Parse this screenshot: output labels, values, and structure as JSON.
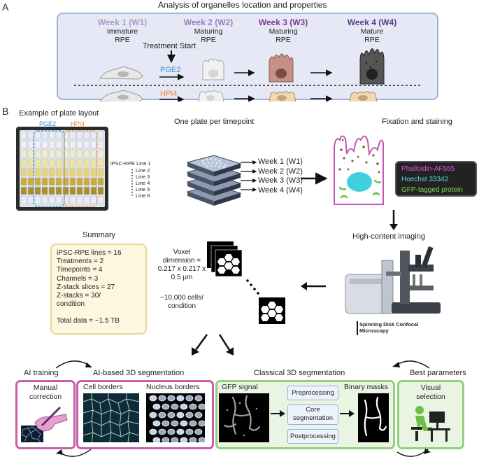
{
  "panel_a": {
    "letter": "A",
    "title": "Analysis of organelles location and properties",
    "weeks": [
      {
        "label": "Week 1 (W1)",
        "sub1": "Immature",
        "sub2": "RPE",
        "color": "#a99bc8"
      },
      {
        "label": "Week 2 (W2)",
        "sub1": "Maturing",
        "sub2": "RPE",
        "color": "#9f7bc1"
      },
      {
        "label": "Week 3 (W3)",
        "sub1": "Maturing",
        "sub2": "RPE",
        "color": "#7a3f8f"
      },
      {
        "label": "Week 4 (W4)",
        "sub1": "Mature",
        "sub2": "RPE",
        "color": "#5a3d86"
      }
    ],
    "treatment_start": "Treatment Start",
    "treatments": [
      {
        "label": "PGE2",
        "color": "#3e8fd1"
      },
      {
        "label": "HPI4",
        "color": "#ef8a2c"
      }
    ]
  },
  "panel_b": {
    "letter": "B",
    "plate_layout": {
      "title": "Example of plate layout",
      "pge2": "PGE2",
      "hpi4": "HPI4",
      "lines": [
        "iPSC-RPE Line 1",
        "Line 2",
        "Line 3",
        "Line 4",
        "Line 5",
        "Line 6"
      ]
    },
    "plates": {
      "title": "One plate per timepoint",
      "weeks": [
        "Week 1 (W1)",
        "Week 2 (W2)",
        "Week 3 (W3)",
        "Week 4 (W4)"
      ]
    },
    "fixation": {
      "title": "Fixation and staining",
      "stains": [
        {
          "label": "Phalloidin-AF555",
          "color": "#e04fd6"
        },
        {
          "label": "Hoechst 33342",
          "color": "#58d8e8"
        },
        {
          "label": "GFP-tagged protein",
          "color": "#7ed957"
        }
      ]
    },
    "imaging": {
      "title": "High-content imaging",
      "microscope_label_1": "Spinning Disk Confocal",
      "microscope_label_2": "Microscopy"
    },
    "summary": {
      "title": "Summary",
      "lines": [
        "iPSC-RPE lines = 16",
        "Treatments = 2",
        "Timepoints = 4",
        "Channels = 3",
        "Z-stack slices = 27",
        "Z-stacks = 30/",
        "condition"
      ],
      "total": "Total data = ~1.5 TB"
    },
    "voxel": {
      "l1": "Voxel",
      "l2": "dimension =",
      "l3": "0.217 x 0.217 x",
      "l4": "0.5 μm",
      "c1": "~10,000 cells/",
      "c2": "condition"
    },
    "ai": {
      "training": "AI training",
      "seg_title": "AI-based 3D segmentation",
      "manual_1": "Manual",
      "manual_2": "correction",
      "cell_borders": "Cell borders",
      "nucleus_borders": "Nucleus borders"
    },
    "classical": {
      "title": "Classical 3D segmentation",
      "gfp": "GFP signal",
      "steps": [
        "Preprocessing",
        "Core segmentation",
        "Postprocessing"
      ],
      "binary": "Binary masks"
    },
    "best": {
      "title": "Best parameters",
      "visual_1": "Visual",
      "visual_2": "selection"
    }
  }
}
